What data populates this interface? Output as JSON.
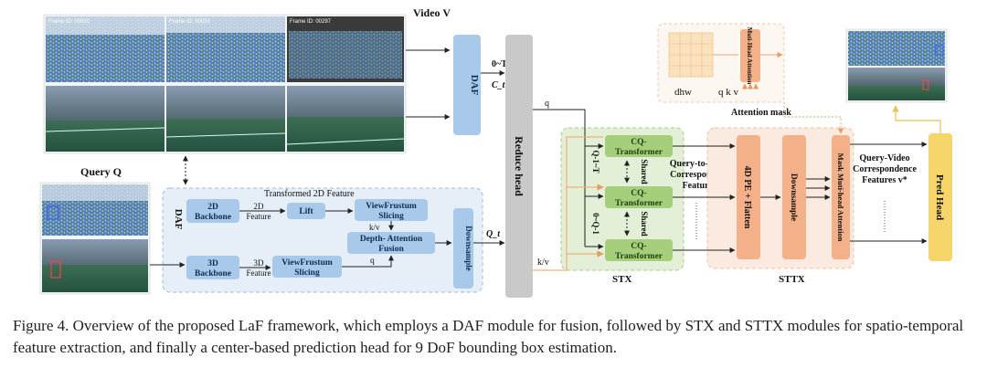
{
  "video": {
    "label": "Video V",
    "frame_ids": [
      "Frame ID: 00010",
      "Frame ID: 00051",
      "Frame ID: 00297"
    ]
  },
  "query": {
    "label": "Query Q"
  },
  "daf_module": {
    "label": "DAF",
    "backbone_2d": "2D Backbone",
    "feature_2d": "2D Feature",
    "transformed_feature": "Transformed 2D Feature",
    "lift": "Lift",
    "viewfrustum_top": "ViewFrustum Slicing",
    "kv": "k/v",
    "depth_fusion": "Depth- Attention Fusion",
    "backbone_3d": "3D Backbone",
    "feature_3d": "3D Feature",
    "viewfrustum_bottom": "ViewFrustum Slicing",
    "q": "q",
    "downsample": "Downsample"
  },
  "daf_video_block": "DAF",
  "range_label": "0~T",
  "ct_label": "C_t",
  "reduce_head": "Reduce head",
  "q_label": "q",
  "qt_label": "Q_t",
  "kv_label": "k/v",
  "stx": {
    "label": "STX",
    "transformer": "CQ-Transformer",
    "shared": "Shared",
    "range_top": "Q-1~T",
    "range_bottom": "0~Q-1"
  },
  "attention_inset": {
    "dhw": "dhw",
    "qkv": "q k v",
    "multi_head": "Muti-Head Attention",
    "mask_label": "Attention mask"
  },
  "sttx": {
    "label": "STTX",
    "query_frame": "Query-to-Frame Correspondence Features f",
    "pe_flatten": "4D PE + Flatten",
    "downsample": "Downsample",
    "mask_attention": "Mask Muti-head Attention",
    "query_video": "Query-Video Correspondence Features v*"
  },
  "pred_head": "Pred Head",
  "caption": "Figure 4. Overview of the proposed LaF framework, which employs a DAF module for fusion, followed by STX and STTX modules for spatio-temporal feature extraction, and finally a center-based prediction head for 9 DoF bounding box estimation.",
  "colors": {
    "daf_blue": "#9fc3e8",
    "daf_panel": "#e6eff8",
    "stx_green": "#a5cf7b",
    "stx_panel": "#e3efd6",
    "sttx_orange": "#f3b089",
    "sttx_panel": "#fbeadf",
    "pred_yellow": "#f6d56a",
    "reduce_gray": "#c9c9c9",
    "kv_orange": "#f0b079"
  }
}
